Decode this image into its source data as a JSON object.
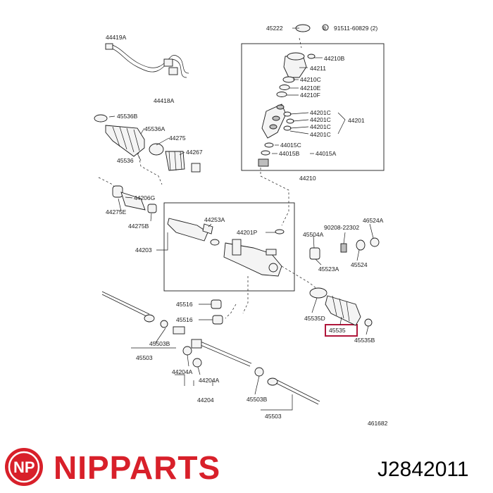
{
  "diagram": {
    "labels": [
      {
        "id": "45222",
        "text": "45222"
      },
      {
        "id": "91511",
        "text": "91511-60829 (2)"
      },
      {
        "id": "44419A",
        "text": "44419A"
      },
      {
        "id": "44418A",
        "text": "44418A"
      },
      {
        "id": "44210B",
        "text": "44210B"
      },
      {
        "id": "44211",
        "text": "44211"
      },
      {
        "id": "44210C",
        "text": "44210C"
      },
      {
        "id": "44210E",
        "text": "44210E"
      },
      {
        "id": "44210F",
        "text": "44210F"
      },
      {
        "id": "44201C_1",
        "text": "44201C"
      },
      {
        "id": "44201C_2",
        "text": "44201C"
      },
      {
        "id": "44201C_3",
        "text": "44201C"
      },
      {
        "id": "44201C_4",
        "text": "44201C"
      },
      {
        "id": "44201",
        "text": "44201"
      },
      {
        "id": "44015C",
        "text": "44015C"
      },
      {
        "id": "44015B",
        "text": "44015B"
      },
      {
        "id": "44015A",
        "text": "44015A"
      },
      {
        "id": "44210",
        "text": "44210"
      },
      {
        "id": "45536B",
        "text": "45536B"
      },
      {
        "id": "45536A",
        "text": "45536A"
      },
      {
        "id": "44275",
        "text": "44275"
      },
      {
        "id": "44267",
        "text": "44267"
      },
      {
        "id": "45536",
        "text": "45536"
      },
      {
        "id": "44206G",
        "text": "44206G"
      },
      {
        "id": "44275E",
        "text": "44275E"
      },
      {
        "id": "44275B",
        "text": "44275B"
      },
      {
        "id": "44253A",
        "text": "44253A"
      },
      {
        "id": "44201P",
        "text": "44201P"
      },
      {
        "id": "44203",
        "text": "44203"
      },
      {
        "id": "45504A",
        "text": "45504A"
      },
      {
        "id": "90208",
        "text": "90208-22302"
      },
      {
        "id": "46524A",
        "text": "46524A"
      },
      {
        "id": "45523A",
        "text": "45523A"
      },
      {
        "id": "45524",
        "text": "45524"
      },
      {
        "id": "45516_1",
        "text": "45516"
      },
      {
        "id": "45516_2",
        "text": "45516"
      },
      {
        "id": "45535D",
        "text": "45535D"
      },
      {
        "id": "45535_hl",
        "text": "45535"
      },
      {
        "id": "45535B",
        "text": "45535B"
      },
      {
        "id": "45503B_1",
        "text": "45503B"
      },
      {
        "id": "45503_1",
        "text": "45503"
      },
      {
        "id": "44204A_1",
        "text": "44204A"
      },
      {
        "id": "44204A_2",
        "text": "44204A"
      },
      {
        "id": "44204",
        "text": "44204"
      },
      {
        "id": "45503B_2",
        "text": "45503B"
      },
      {
        "id": "45503_2",
        "text": "45503"
      },
      {
        "id": "461682",
        "text": "461682"
      }
    ]
  },
  "footer": {
    "logo_text": "NP",
    "brand": "NIPPARTS",
    "part_number": "J2842011"
  },
  "colors": {
    "brand_red": "#d8202a",
    "highlight": "#b0163a"
  }
}
